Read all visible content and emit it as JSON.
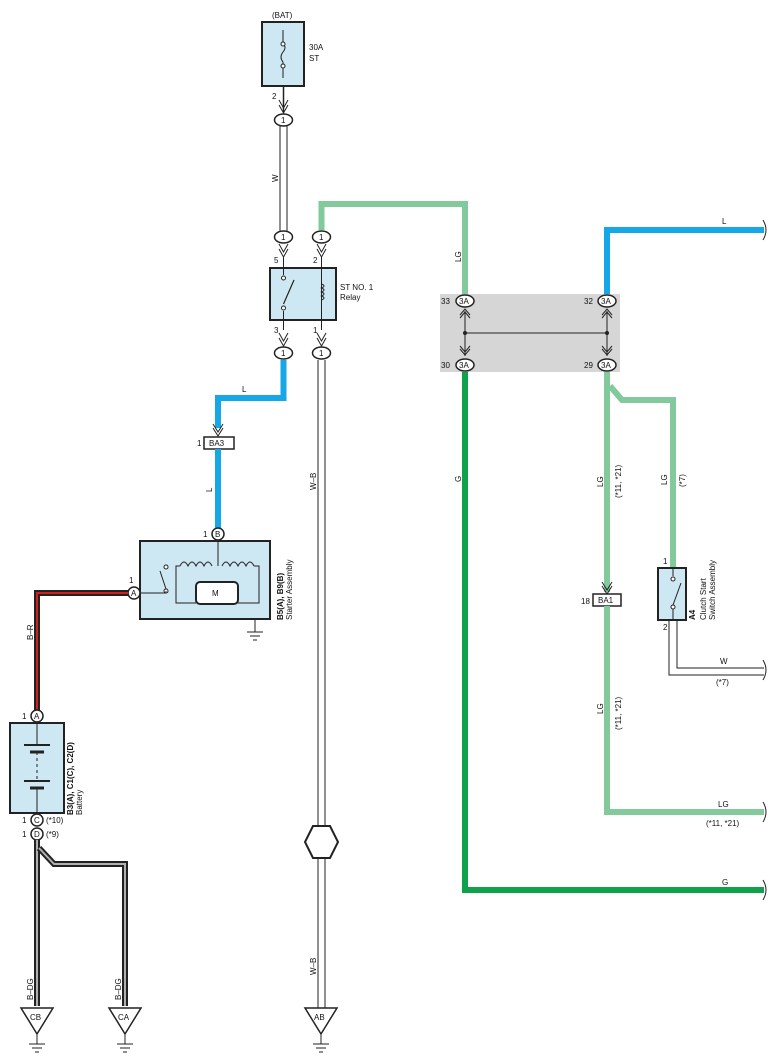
{
  "fuse": {
    "source": "(BAT)",
    "rating": "30A",
    "name": "ST",
    "pin": "2"
  },
  "relay": {
    "name": "ST NO. 1",
    "type": "Relay",
    "pin5": "5",
    "pin2": "2",
    "pin3": "3",
    "pin1": "1"
  },
  "starter": {
    "code": "B5(A), B9(B)",
    "name": "Starter Assembly",
    "pinA": "1",
    "pinB": "1",
    "motor": "M"
  },
  "battery": {
    "code": "B3(A), C1(C), C2(D)",
    "name": "Battery",
    "pin": "1",
    "noteC": "(*10)",
    "noteD": "(*9)"
  },
  "junction": {
    "pin33": "33",
    "pin32": "32",
    "pin30": "30",
    "pin29": "29",
    "conn": "3A"
  },
  "clutch": {
    "code": "A4",
    "name1": "Clutch Start",
    "name2": "Switch Assembly",
    "pin1": "1",
    "pin2": "2"
  },
  "connectors": {
    "one": "1",
    "ba3": "BA3",
    "ba1": "BA1",
    "ba3_pin": "1",
    "ba1_pin": "18",
    "A": "A",
    "B": "B",
    "C": "C",
    "D": "D"
  },
  "wires": {
    "W": "W",
    "LG": "LG",
    "L": "L",
    "G": "G",
    "WB": "W–B",
    "BR": "B–R",
    "BDG": "B–DG",
    "lg_note": "(*11, *21)",
    "n7": "(*7)"
  },
  "grounds": {
    "CB": "CB",
    "CA": "CA",
    "AB": "AB"
  },
  "colors": {
    "blue": "#16a7e6",
    "lightgreen": "#82c99c",
    "green": "#0fa24a",
    "red": "#d0201d",
    "box": "#cde7f3",
    "junction": "#d6d6d6"
  }
}
